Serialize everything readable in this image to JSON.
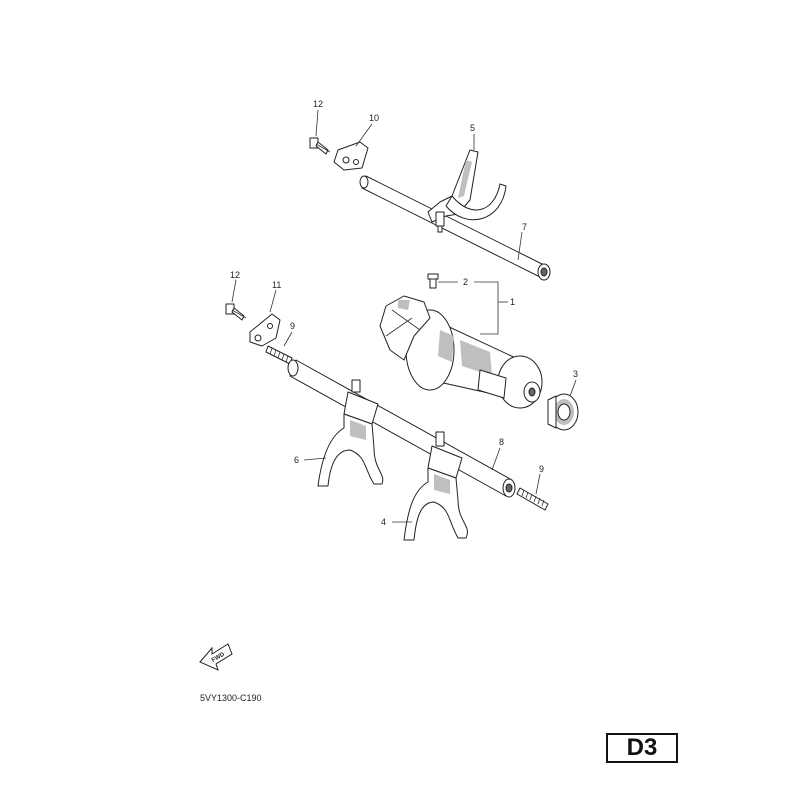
{
  "callouts": {
    "c1": "1",
    "c2": "2",
    "c3": "3",
    "c4": "4",
    "c5": "5",
    "c6": "6",
    "c7": "7",
    "c8": "8",
    "c9a": "9",
    "c9b": "9",
    "c10": "10",
    "c11": "11",
    "c12a": "12",
    "c12b": "12"
  },
  "fwd_label": "FWD",
  "diagram_code": "5VY1300-C190",
  "page_code": "D3"
}
